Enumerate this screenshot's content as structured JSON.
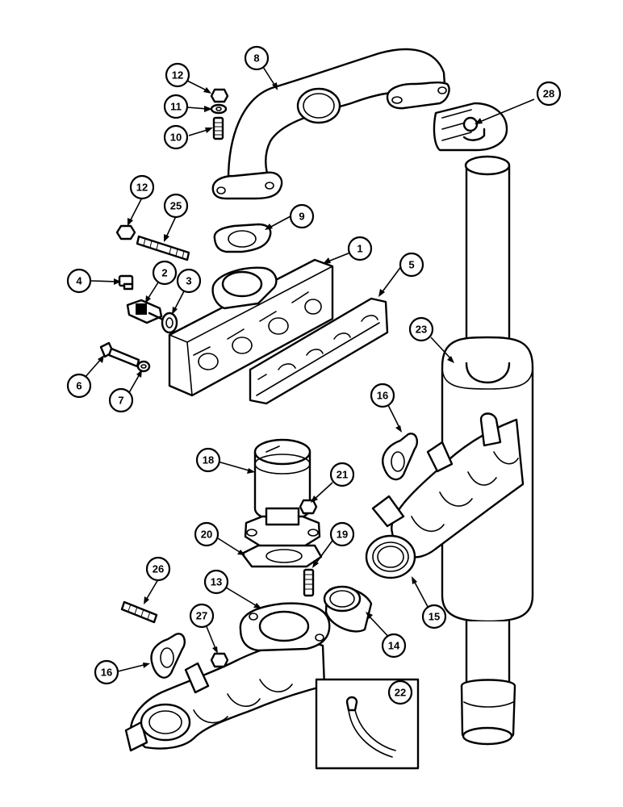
{
  "callouts": [
    {
      "id": "c1",
      "label": "1"
    },
    {
      "id": "c2",
      "label": "2"
    },
    {
      "id": "c3",
      "label": "3"
    },
    {
      "id": "c4",
      "label": "4"
    },
    {
      "id": "c5",
      "label": "5"
    },
    {
      "id": "c6",
      "label": "6"
    },
    {
      "id": "c7",
      "label": "7"
    },
    {
      "id": "c8",
      "label": "8"
    },
    {
      "id": "c9",
      "label": "9"
    },
    {
      "id": "c10",
      "label": "10"
    },
    {
      "id": "c11",
      "label": "11"
    },
    {
      "id": "c12a",
      "label": "12"
    },
    {
      "id": "c12b",
      "label": "12"
    },
    {
      "id": "c13",
      "label": "13"
    },
    {
      "id": "c14",
      "label": "14"
    },
    {
      "id": "c15",
      "label": "15"
    },
    {
      "id": "c16a",
      "label": "16"
    },
    {
      "id": "c16b",
      "label": "16"
    },
    {
      "id": "c18",
      "label": "18"
    },
    {
      "id": "c19",
      "label": "19"
    },
    {
      "id": "c20",
      "label": "20"
    },
    {
      "id": "c21",
      "label": "21"
    },
    {
      "id": "c22",
      "label": "22"
    },
    {
      "id": "c23",
      "label": "23"
    },
    {
      "id": "c25",
      "label": "25"
    },
    {
      "id": "c26",
      "label": "26"
    },
    {
      "id": "c27",
      "label": "27"
    },
    {
      "id": "c28",
      "label": "28"
    }
  ]
}
